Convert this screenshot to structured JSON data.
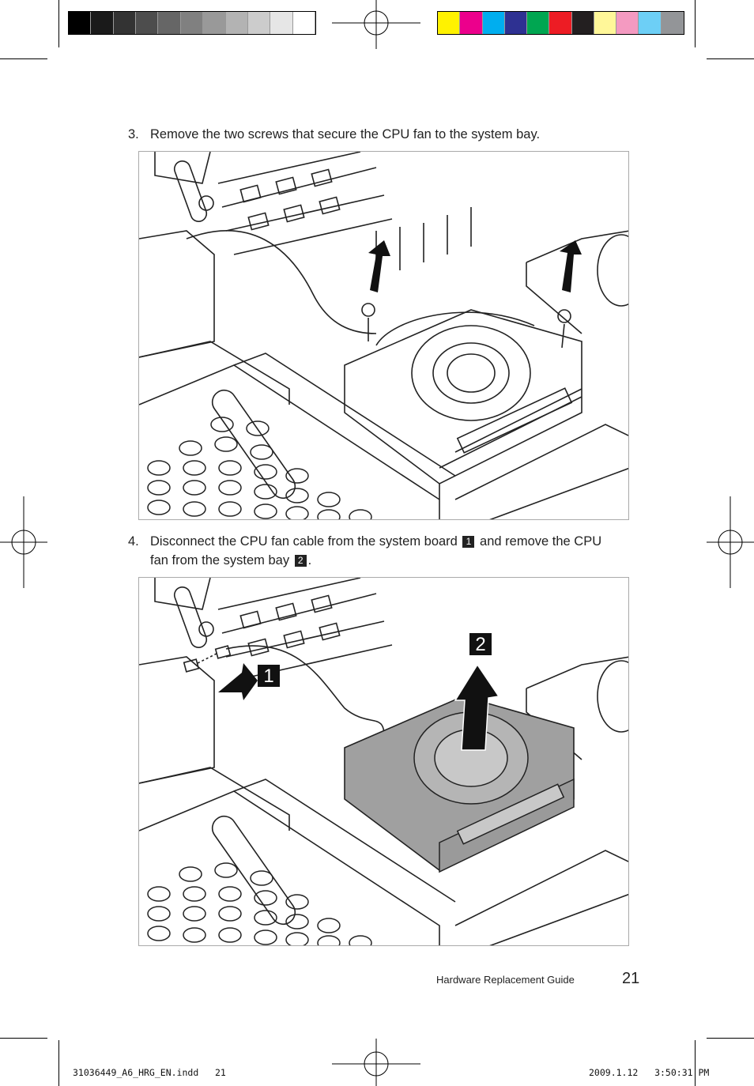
{
  "color_bar": {
    "grays": [
      "#000000",
      "#1a1a1a",
      "#333333",
      "#4d4d4d",
      "#666666",
      "#808080",
      "#999999",
      "#b3b3b3",
      "#cccccc",
      "#e6e6e6",
      "#ffffff"
    ],
    "process": [
      "#fff200",
      "#ec008c",
      "#00aeef",
      "#2e3192",
      "#00a651",
      "#ed1c24",
      "#231f20",
      "#fff799",
      "#f49ac1",
      "#6dcff6",
      "#939598"
    ]
  },
  "steps": [
    {
      "number": "3.",
      "text": "Remove the two screws that secure the CPU fan to the system bay."
    },
    {
      "number": "4.",
      "text_a": "Disconnect the CPU fan cable from the system board",
      "badge1": "1",
      "text_b": "and remove the CPU",
      "text_c": "fan from the system bay",
      "badge2": "2",
      "text_d": "."
    }
  ],
  "figure2": {
    "callout1": "1",
    "callout2": "2"
  },
  "footer": {
    "title": "Hardware Replacement Guide",
    "page": "21"
  },
  "slug": {
    "file": "31036449_A6_HRG_EN.indd   21",
    "timestamp": "2009.1.12   3:50:31 PM"
  }
}
